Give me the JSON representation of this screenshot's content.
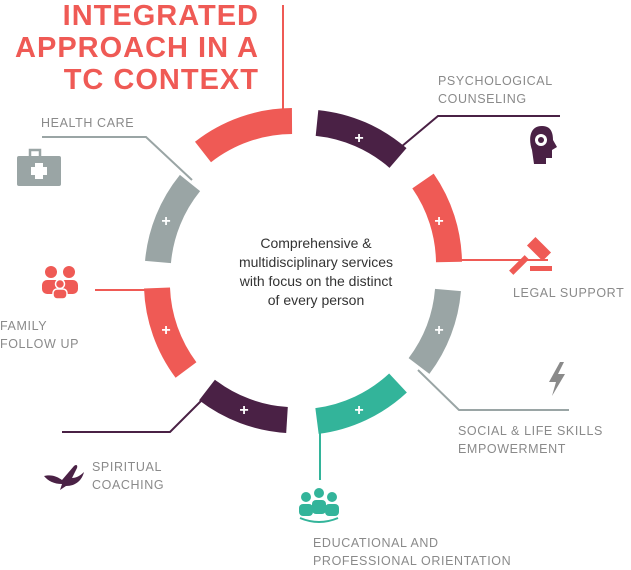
{
  "title_lines": [
    "INTEGRATED",
    "APPROACH IN A",
    "TC CONTEXT"
  ],
  "center_lines": [
    "Comprehensive &",
    "multidisciplinary services",
    "with focus on the distinct",
    "of every person"
  ],
  "segment_marker": "+",
  "colors": {
    "coral": "#ef5a55",
    "purple": "#4a2145",
    "gray": "#9aa5a5",
    "teal": "#33b49a",
    "label_gray": "#8a8a8a"
  },
  "services": [
    {
      "id": "health-care",
      "label_lines": [
        "HEALTH CARE"
      ],
      "color": "gray",
      "icon": "first-aid-kit-icon"
    },
    {
      "id": "psychological-counseling",
      "label_lines": [
        "PSYCHOLOGICAL",
        "COUNSELING"
      ],
      "color": "purple",
      "icon": "head-brain-icon"
    },
    {
      "id": "legal-support",
      "label_lines": [
        "LEGAL SUPPORT"
      ],
      "color": "coral",
      "icon": "gavel-icon"
    },
    {
      "id": "family-follow-up",
      "label_lines": [
        "FAMILY",
        "FOLLOW UP"
      ],
      "color": "coral",
      "icon": "family-icon"
    },
    {
      "id": "social-life-skills",
      "label_lines": [
        "SOCIAL & LIFE SKILLS",
        "EMPOWERMENT"
      ],
      "color": "gray",
      "icon": "lightning-icon"
    },
    {
      "id": "spiritual-coaching",
      "label_lines": [
        "SPIRITUAL",
        "COACHING"
      ],
      "color": "purple",
      "icon": "dove-icon"
    },
    {
      "id": "educational-professional",
      "label_lines": [
        "EDUCATIONAL AND",
        "PROFESSIONAL ORIENTATION"
      ],
      "color": "teal",
      "icon": "group-icon"
    }
  ]
}
